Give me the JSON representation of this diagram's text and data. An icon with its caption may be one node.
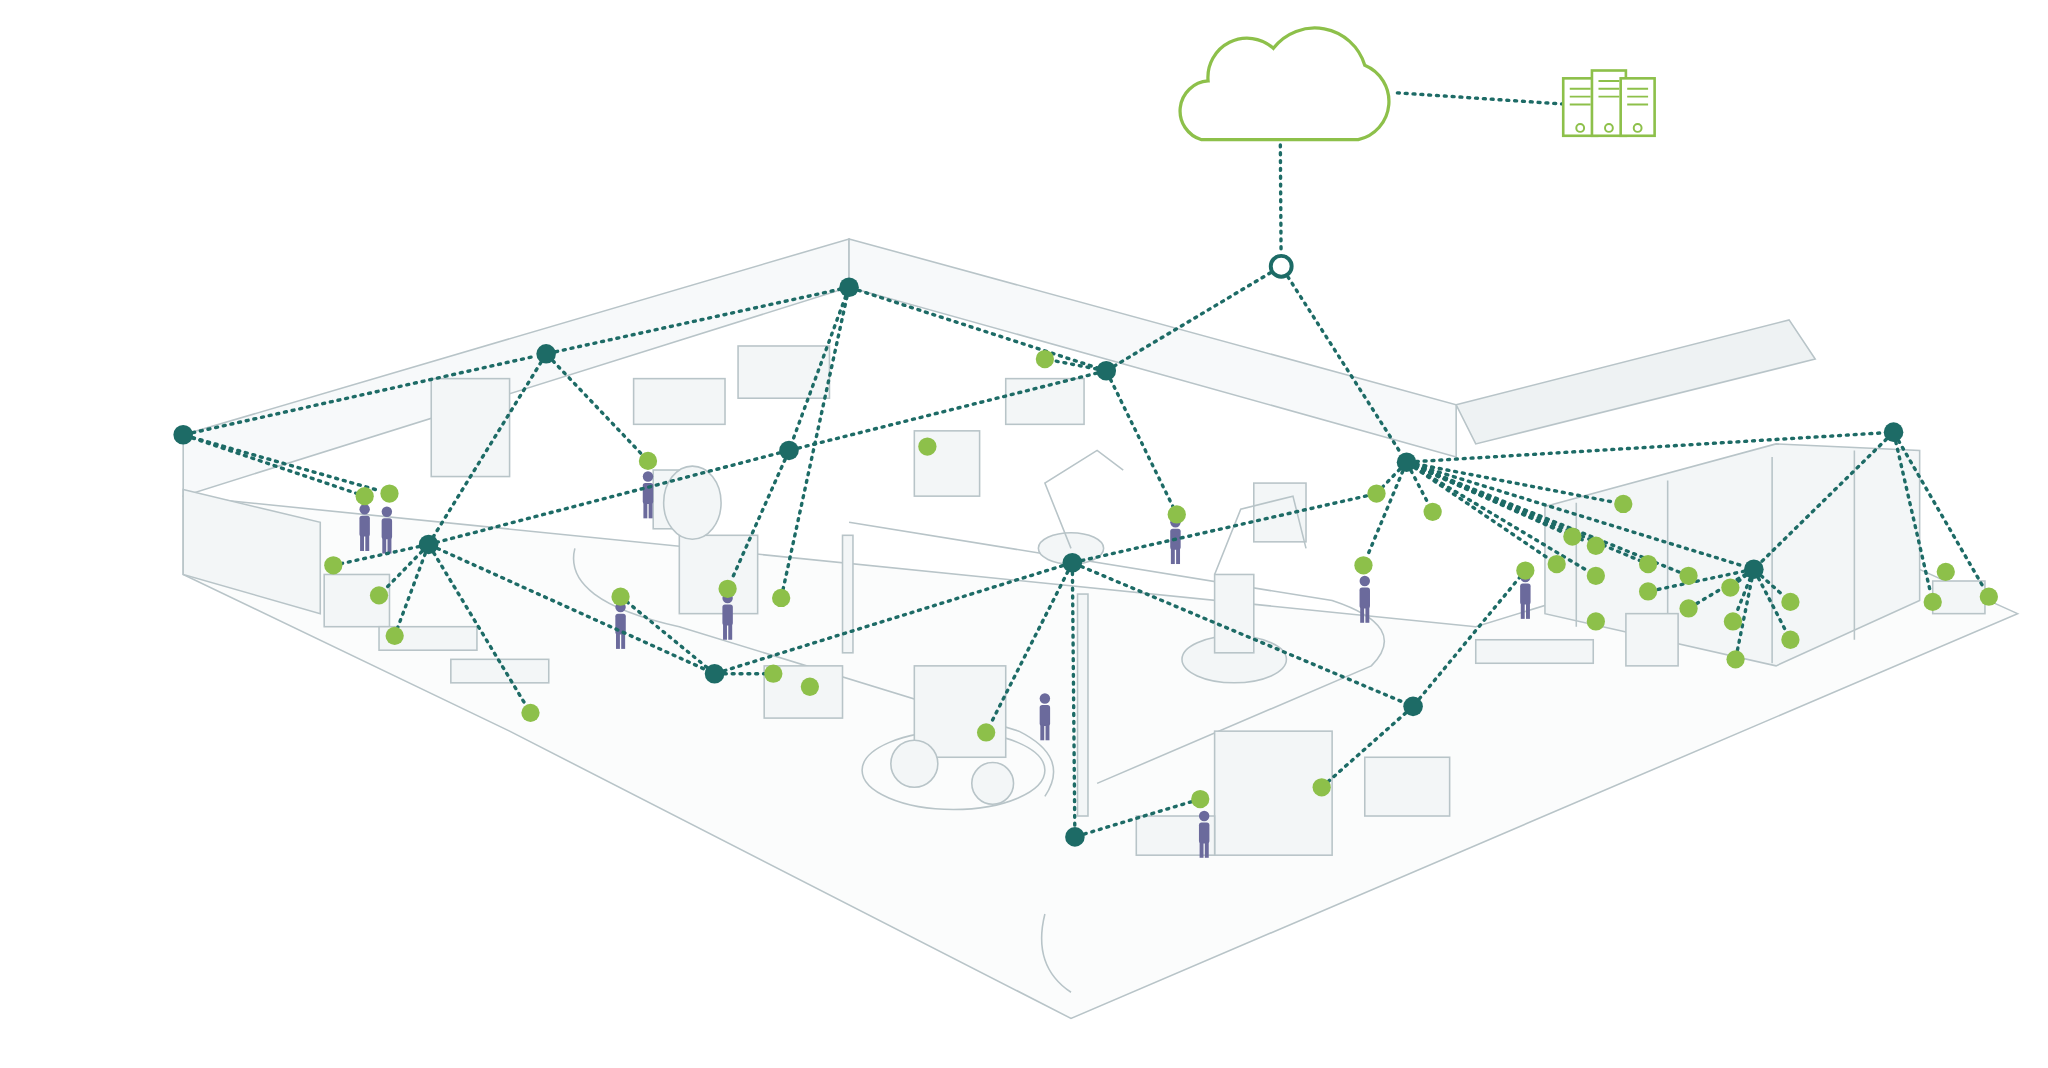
{
  "diagram": {
    "nodes": [
      {
        "text": [],
        "shape": "cloud"
      },
      {
        "text": [],
        "shape": "picture"
      },
      {
        "text": [],
        "shape": "circle"
      },
      {
        "text": [],
        "shape": "circle"
      },
      {
        "text": [],
        "shape": "circle"
      },
      {
        "text": [],
        "shape": "circle"
      },
      {
        "text": [],
        "shape": "circle"
      },
      {
        "text": [],
        "shape": "circle"
      },
      {
        "text": [],
        "shape": "circle"
      },
      {
        "text": [],
        "shape": "circle"
      },
      {
        "text": [],
        "shape": "circle"
      },
      {
        "text": [],
        "shape": "circle"
      },
      {
        "text": [],
        "shape": "circle"
      },
      {
        "text": [],
        "shape": "circle"
      },
      {
        "text": [],
        "shape": "circle"
      },
      {
        "text": [],
        "shape": "circle"
      },
      {
        "text": [],
        "shape": "circle"
      },
      {
        "text": [],
        "shape": "circle"
      },
      {
        "text": [],
        "shape": "circle"
      },
      {
        "text": [],
        "shape": "circle"
      },
      {
        "text": [],
        "shape": "circle"
      },
      {
        "text": [],
        "shape": "circle"
      },
      {
        "text": [],
        "shape": "circle"
      },
      {
        "text": [],
        "shape": "circle"
      },
      {
        "text": [],
        "shape": "circle"
      },
      {
        "text": [],
        "shape": "circle"
      },
      {
        "text": [],
        "shape": "circle"
      },
      {
        "text": [],
        "shape": "circle"
      },
      {
        "text": [],
        "shape": "circle"
      },
      {
        "text": [],
        "shape": "circle"
      },
      {
        "text": [],
        "shape": "circle"
      },
      {
        "text": [],
        "shape": "circle"
      },
      {
        "text": [],
        "shape": "circle"
      },
      {
        "text": [],
        "shape": "circle"
      },
      {
        "text": [],
        "shape": "circle"
      },
      {
        "text": [],
        "shape": "circle"
      },
      {
        "text": [],
        "shape": "circle"
      },
      {
        "text": [],
        "shape": "circle"
      },
      {
        "text": [],
        "shape": "circle"
      },
      {
        "text": [],
        "shape": "circle"
      },
      {
        "text": [],
        "shape": "circle"
      },
      {
        "text": [],
        "shape": "circle"
      },
      {
        "text": [],
        "shape": "circle"
      },
      {
        "text": [],
        "shape": "circle"
      },
      {
        "text": [],
        "shape": "circle"
      },
      {
        "text": [],
        "shape": "circle"
      },
      {
        "text": [],
        "shape": "circle"
      },
      {
        "text": [],
        "shape": "circle"
      },
      {
        "text": [],
        "shape": "circle"
      },
      {
        "text": [],
        "shape": "circle"
      },
      {
        "text": [],
        "shape": "circle"
      },
      {
        "text": [],
        "shape": "circle"
      },
      {
        "text": [],
        "shape": "circle"
      },
      {
        "text": [],
        "shape": "circle"
      },
      {
        "text": [],
        "shape": "circle"
      },
      {
        "text": [],
        "shape": "circle"
      }
    ],
    "edges": [
      {
        "from": 0,
        "to": 1,
        "arrow": "none"
      },
      {
        "from": 0,
        "to": 2,
        "arrow": "none"
      },
      {
        "from": 2,
        "to": 6,
        "arrow": "none"
      },
      {
        "from": 2,
        "to": 12,
        "arrow": "none"
      },
      {
        "from": 3,
        "to": 4,
        "arrow": "none"
      },
      {
        "from": 4,
        "to": 5,
        "arrow": "none"
      },
      {
        "from": 5,
        "to": 6,
        "arrow": "none"
      },
      {
        "from": 3,
        "to": 16,
        "arrow": "none"
      },
      {
        "from": 3,
        "to": 17,
        "arrow": "none"
      },
      {
        "from": 4,
        "to": 8,
        "arrow": "none"
      },
      {
        "from": 4,
        "to": 22,
        "arrow": "none"
      },
      {
        "from": 5,
        "to": 7,
        "arrow": "none"
      },
      {
        "from": 5,
        "to": 25,
        "arrow": "none"
      },
      {
        "from": 6,
        "to": 29,
        "arrow": "none"
      },
      {
        "from": 6,
        "to": 7,
        "arrow": "none"
      },
      {
        "from": 6,
        "to": 31,
        "arrow": "none"
      },
      {
        "from": 7,
        "to": 8,
        "arrow": "none"
      },
      {
        "from": 7,
        "to": 24,
        "arrow": "none"
      },
      {
        "from": 8,
        "to": 18,
        "arrow": "none"
      },
      {
        "from": 8,
        "to": 19,
        "arrow": "none"
      },
      {
        "from": 8,
        "to": 20,
        "arrow": "none"
      },
      {
        "from": 8,
        "to": 21,
        "arrow": "none"
      },
      {
        "from": 8,
        "to": 9,
        "arrow": "none"
      },
      {
        "from": 9,
        "to": 23,
        "arrow": "none"
      },
      {
        "from": 9,
        "to": 26,
        "arrow": "none"
      },
      {
        "from": 9,
        "to": 10,
        "arrow": "none"
      },
      {
        "from": 10,
        "to": 34,
        "arrow": "none"
      },
      {
        "from": 10,
        "to": 11,
        "arrow": "none"
      },
      {
        "from": 10,
        "to": 30,
        "arrow": "none"
      },
      {
        "from": 10,
        "to": 13,
        "arrow": "none"
      },
      {
        "from": 11,
        "to": 32,
        "arrow": "none"
      },
      {
        "from": 13,
        "to": 33,
        "arrow": "none"
      },
      {
        "from": 13,
        "to": 37,
        "arrow": "none"
      },
      {
        "from": 12,
        "to": 34,
        "arrow": "none"
      },
      {
        "from": 12,
        "to": 35,
        "arrow": "none"
      },
      {
        "from": 12,
        "to": 36,
        "arrow": "none"
      },
      {
        "from": 12,
        "to": 38,
        "arrow": "none"
      },
      {
        "from": 12,
        "to": 39,
        "arrow": "none"
      },
      {
        "from": 12,
        "to": 40,
        "arrow": "none"
      },
      {
        "from": 12,
        "to": 41,
        "arrow": "none"
      },
      {
        "from": 12,
        "to": 42,
        "arrow": "none"
      },
      {
        "from": 12,
        "to": 44,
        "arrow": "none"
      },
      {
        "from": 12,
        "to": 45,
        "arrow": "none"
      },
      {
        "from": 12,
        "to": 14,
        "arrow": "none"
      },
      {
        "from": 12,
        "to": 15,
        "arrow": "none"
      },
      {
        "from": 14,
        "to": 15,
        "arrow": "none"
      },
      {
        "from": 14,
        "to": 53,
        "arrow": "none"
      },
      {
        "from": 14,
        "to": 54,
        "arrow": "none"
      },
      {
        "from": 15,
        "to": 46,
        "arrow": "none"
      },
      {
        "from": 15,
        "to": 47,
        "arrow": "none"
      },
      {
        "from": 15,
        "to": 48,
        "arrow": "none"
      },
      {
        "from": 15,
        "to": 49,
        "arrow": "none"
      },
      {
        "from": 15,
        "to": 50,
        "arrow": "none"
      },
      {
        "from": 15,
        "to": 51,
        "arrow": "none"
      },
      {
        "from": 15,
        "to": 52,
        "arrow": "none"
      }
    ]
  }
}
